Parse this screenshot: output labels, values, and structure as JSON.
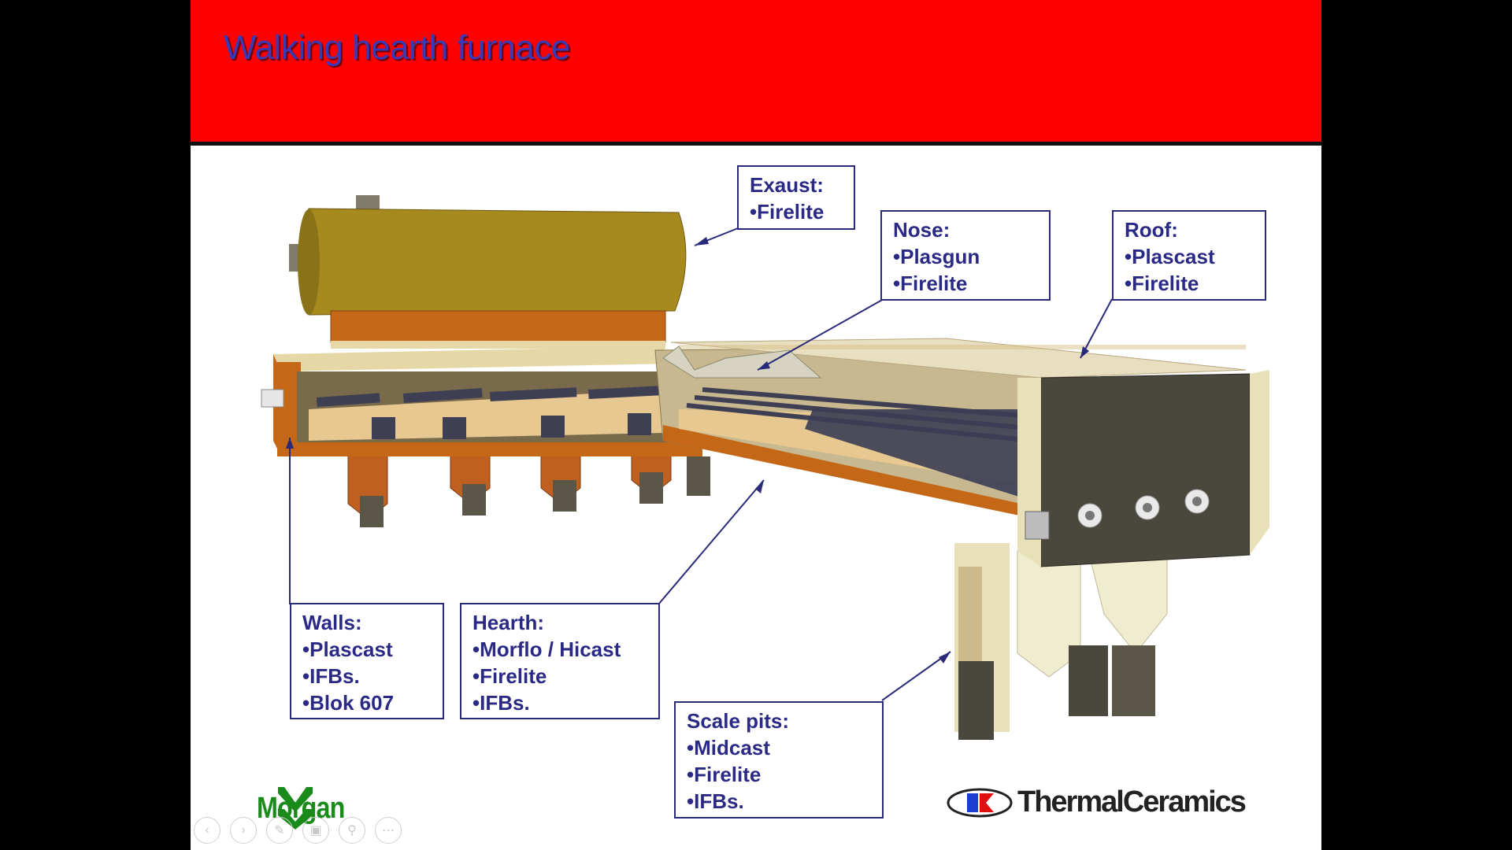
{
  "slide": {
    "title": "Walking hearth furnace"
  },
  "callouts": [
    {
      "id": "exaust",
      "heading": "Exaust:",
      "items": [
        "•Firelite"
      ]
    },
    {
      "id": "nose",
      "heading": "Nose:",
      "items": [
        "•Plasgun",
        "•Firelite"
      ]
    },
    {
      "id": "roof",
      "heading": "Roof:",
      "items": [
        "•Plascast",
        "•Firelite"
      ]
    },
    {
      "id": "walls",
      "heading": "Walls:",
      "items": [
        "•Plascast",
        "•IFBs.",
        "•Blok 607"
      ]
    },
    {
      "id": "hearth",
      "heading": "Hearth:",
      "items": [
        "•Morflo / Hicast",
        "•Firelite",
        "•IFBs."
      ]
    },
    {
      "id": "scale",
      "heading": "Scale pits:",
      "items": [
        "•Midcast",
        "•Firelite",
        "•IFBs."
      ]
    }
  ],
  "logos": {
    "left": "Morgan",
    "right": "ThermalCeramics"
  },
  "colors": {
    "title_bar": "#ff0000",
    "title_text": "#3a3ab8",
    "callout_text": "#2a2a86",
    "morgan_green": "#1a8a1a"
  },
  "toolbar": {
    "icons": [
      "prev-icon",
      "next-icon",
      "pen-icon",
      "slides-icon",
      "zoom-icon",
      "more-icon"
    ]
  }
}
